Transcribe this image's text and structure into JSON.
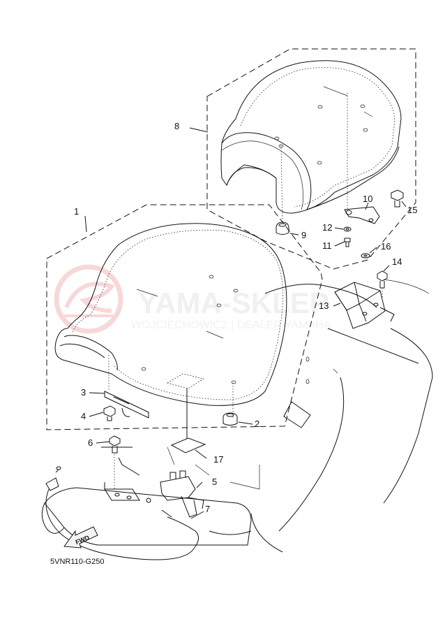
{
  "diagram_code": "5VNR110-G250",
  "watermark": {
    "brand": "YAMA-SKLEP",
    "subtitle": "WOJCIECHOWICZ | DEALER YAMAHA"
  },
  "fwd_label": "FWD",
  "callouts": [
    "1",
    "2",
    "3",
    "4",
    "5",
    "6",
    "7",
    "8",
    "9",
    "10",
    "11",
    "12",
    "13",
    "14",
    "15",
    "16",
    "17"
  ]
}
